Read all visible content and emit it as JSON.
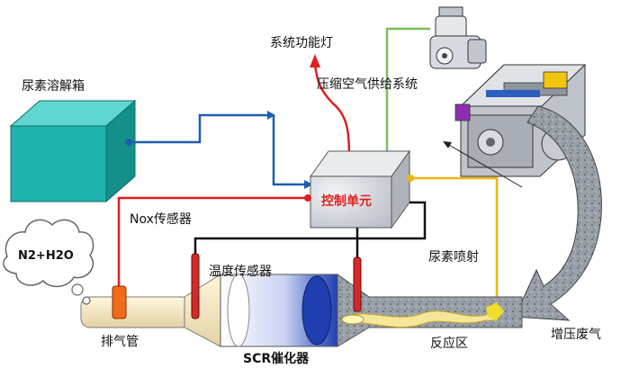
{
  "labels": {
    "tank": "尿素溶解箱",
    "warning_lamp": "系统功能灯",
    "air_supply": "压缩空气供给系统",
    "control_unit": "控制单元",
    "nox_sensor": "Nox传感器",
    "temp_sensor": "温度传感器",
    "urea_spray": "尿素喷射",
    "exhaust_pipe": "排气管",
    "catalyst": "SCR催化器",
    "reaction_zone": "反应区",
    "boost_exhaust": "增压废气",
    "output_gas": "N2+H2O"
  },
  "colors": {
    "tank": "#1fb3ab",
    "urea_line": "#1f5cb0",
    "signal_red": "#e02020",
    "air_green": "#7ac05a",
    "spray_yellow": "#f2b40f",
    "control_box": "#cfd3da",
    "pipe": "#f3e7c8",
    "catalyst_blue": "#1f3fb0"
  }
}
